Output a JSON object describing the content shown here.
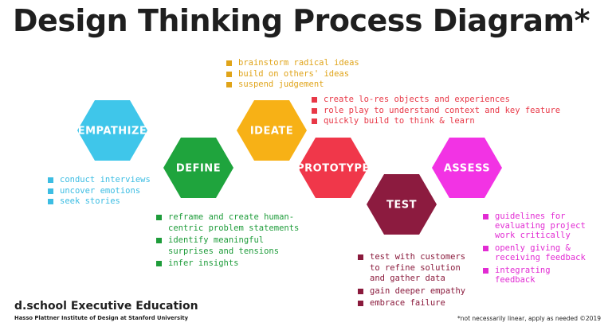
{
  "title": "Design Thinking Process Diagram*",
  "colors": {
    "empathize": "#3fc6ea",
    "define": "#1fa43d",
    "ideate": "#f7b116",
    "prototype": "#f0374a",
    "test": "#8c1b3f",
    "assess": "#f233e4"
  },
  "stages": [
    {
      "label": "EMPATHIZE",
      "items": [
        "conduct interviews",
        "uncover emotions",
        "seek stories"
      ]
    },
    {
      "label": "DEFINE",
      "items": [
        "reframe and create human-\ncentric problem statements",
        "identify meaningful\nsurprises and tensions",
        "infer insights"
      ]
    },
    {
      "label": "IDEATE",
      "items": [
        "brainstorm radical ideas",
        "build on others' ideas",
        "suspend judgement"
      ]
    },
    {
      "label": "PROTOTYPE",
      "items": [
        "create lo-res objects and experiences",
        "role play to understand context and key feature",
        "quickly build to think & learn"
      ]
    },
    {
      "label": "TEST",
      "items": [
        "test with customers\nto refine solution\nand gather data",
        "gain deeper empathy",
        "embrace failure"
      ]
    },
    {
      "label": "ASSESS",
      "items": [
        "guidelines for\nevaluating project\nwork critically",
        "openly giving &\nreceiving feedback",
        "integrating\nfeedback"
      ]
    }
  ],
  "brand": {
    "name": "d.school Executive Education",
    "subtitle": "Hasso Plattner Institute of Design at Stanford University"
  },
  "footnote": "*not necessarily linear, apply as needed  ©2019"
}
